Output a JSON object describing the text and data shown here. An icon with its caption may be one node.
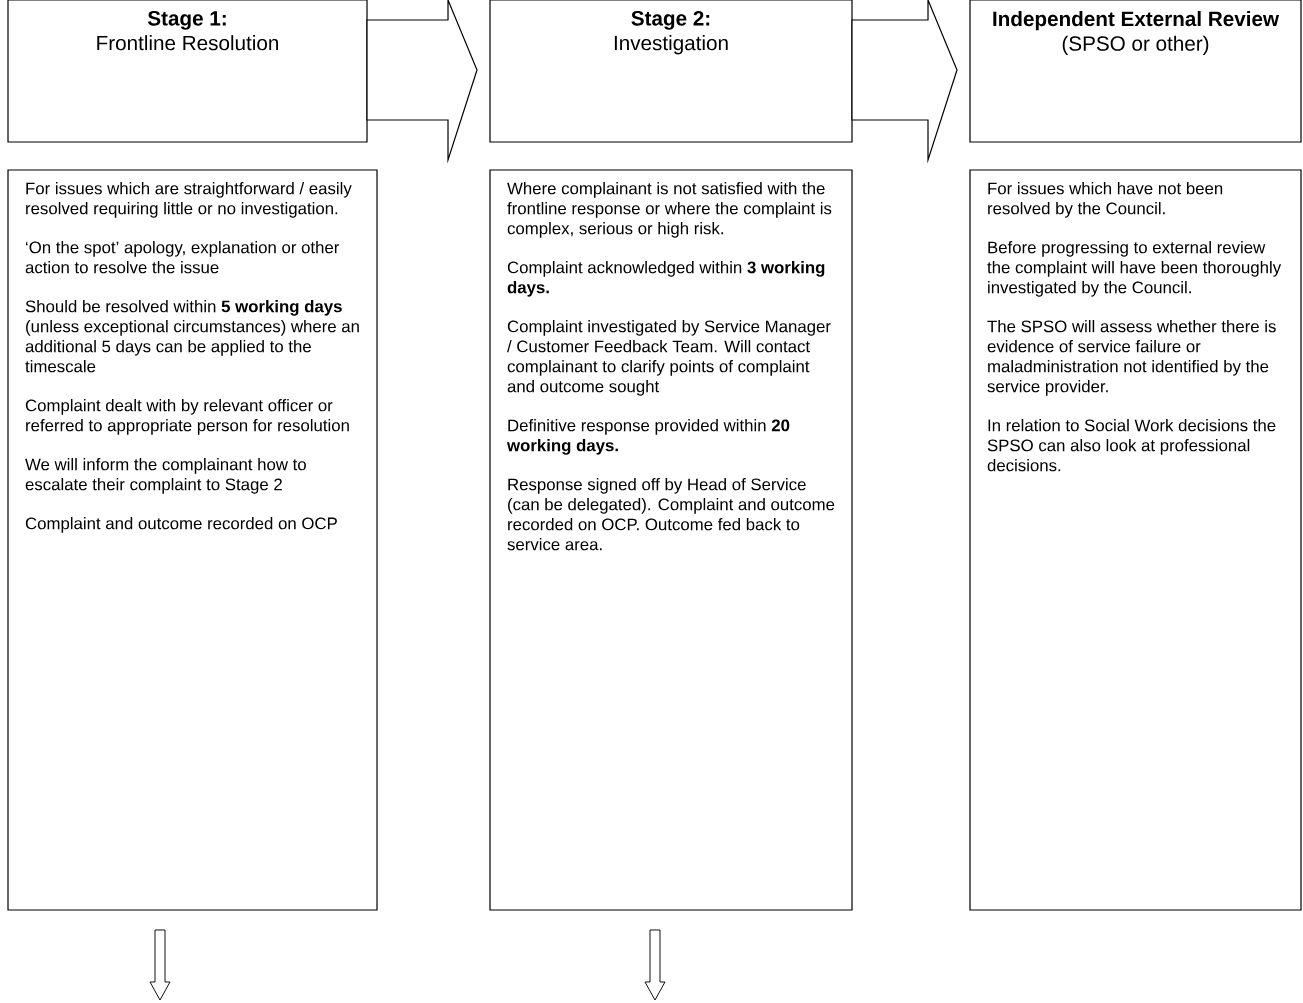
{
  "diagram": {
    "nodes": [
      {
        "text": [
          "Stage 1:",
          "Frontline Resolution"
        ]
      },
      {
        "text": [
          "Stage 2:",
          "Investigation"
        ]
      },
      {
        "text": [
          "**Independent External Review** (SPSO or other)"
        ]
      },
      {
        "text": [
          "For issues which are straightforward / easily resolved requiring little or no investigation.",
          "‘On the spot’ apology, explanation or other action to resolve the issue",
          "Should be resolved within **5 working days** (unless exceptional circumstances) where an additional 5 days can be applied to the timescale",
          "Complaint dealt with by relevant officer or referred to appropriate person for resolution",
          "We will inform the complainant how to escalate their complaint to Stage 2",
          "Complaint and outcome recorded on OCP"
        ]
      },
      {
        "text": [
          "Where complainant is not satisfied with the frontline response or where the complaint is complex, serious or high risk.",
          "Complaint acknowledged within **3 working days.**",
          "Complaint investigated by Service Manager / Customer Feedback Team. Will contact complainant to clarify points of complaint and outcome sought",
          "Definitive response provided within **20 working days.**",
          "Response signed off by Head of Service (can be delegated). Complaint and outcome recorded on OCP. Outcome fed back to service area."
        ]
      },
      {
        "text": [
          "For issues which have not been resolved by the Council.",
          "Before progressing to external review the complaint will have been thoroughly investigated by the Council.",
          "The SPSO will assess whether there is evidence of service failure or maladministration not identified by the service provider.",
          "In relation to Social Work decisions the SPSO can also look at professional decisions."
        ]
      }
    ],
    "edges": [
      {
        "from": 0,
        "to": 1,
        "arrow": "to"
      },
      {
        "from": 1,
        "to": 2,
        "arrow": "to"
      },
      {
        "from": 3,
        "to": null,
        "arrow": "to"
      },
      {
        "from": 4,
        "to": null,
        "arrow": "to"
      }
    ]
  }
}
